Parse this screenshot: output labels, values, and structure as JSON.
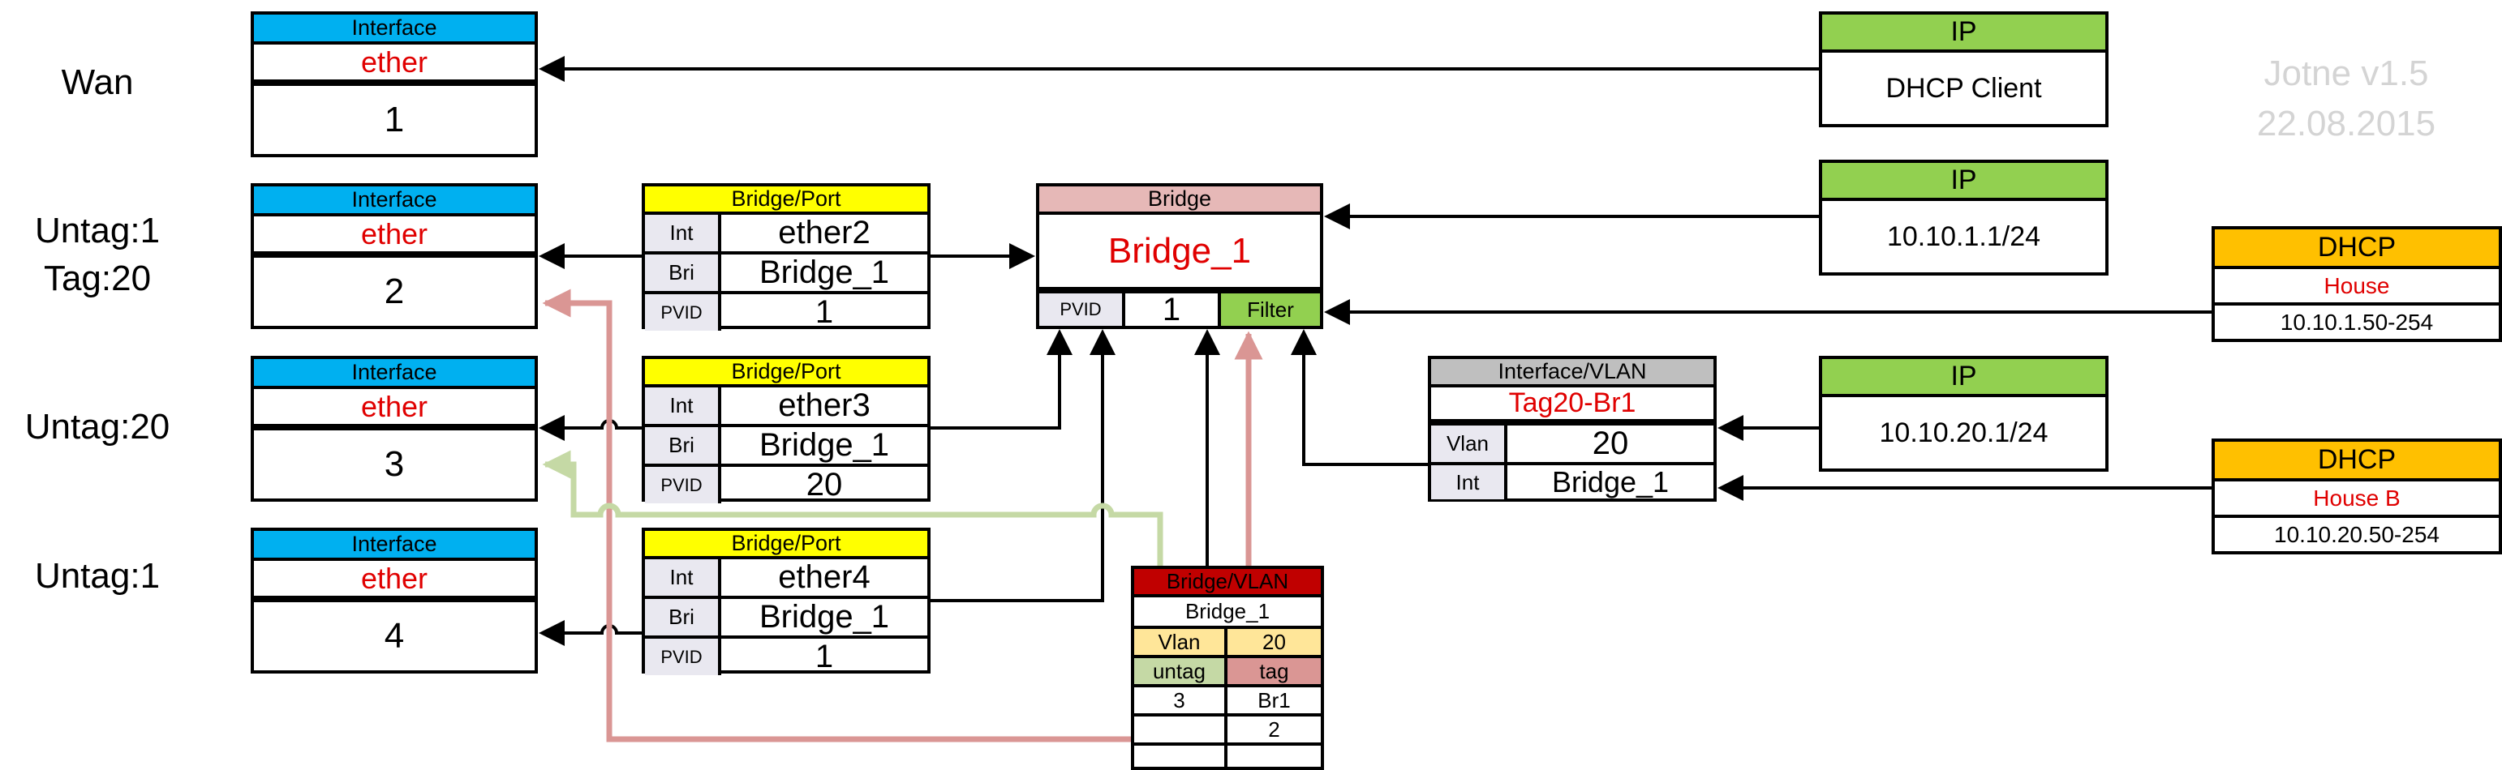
{
  "watermark": {
    "line1": "Jotne  v1.5",
    "line2": "22.08.2015"
  },
  "port_labels": [
    "Wan",
    "Untag:1",
    "Tag:20",
    "Untag:20",
    "Untag:1"
  ],
  "interfaces": [
    {
      "header": "Interface",
      "type": "ether",
      "number": "1"
    },
    {
      "header": "Interface",
      "type": "ether",
      "number": "2"
    },
    {
      "header": "Interface",
      "type": "ether",
      "number": "3"
    },
    {
      "header": "Interface",
      "type": "ether",
      "number": "4"
    }
  ],
  "bridge_ports": [
    {
      "header": "Bridge/Port",
      "int_label": "Int",
      "int_value": "ether2",
      "bri_label": "Bri",
      "bri_value": "Bridge_1",
      "pvid_label": "PVID",
      "pvid_value": "1"
    },
    {
      "header": "Bridge/Port",
      "int_label": "Int",
      "int_value": "ether3",
      "bri_label": "Bri",
      "bri_value": "Bridge_1",
      "pvid_label": "PVID",
      "pvid_value": "20"
    },
    {
      "header": "Bridge/Port",
      "int_label": "Int",
      "int_value": "ether4",
      "bri_label": "Bri",
      "bri_value": "Bridge_1",
      "pvid_label": "PVID",
      "pvid_value": "1"
    }
  ],
  "bridge": {
    "header": "Bridge",
    "name": "Bridge_1",
    "pvid_label": "PVID",
    "pvid_value": "1",
    "filter_label": "Filter"
  },
  "ip_boxes": [
    {
      "header": "IP",
      "value": "DHCP Client"
    },
    {
      "header": "IP",
      "value": "10.10.1.1/24"
    },
    {
      "header": "IP",
      "value": "10.10.20.1/24"
    }
  ],
  "dhcp_boxes": [
    {
      "header": "DHCP",
      "name": "House",
      "range": "10.10.1.50-254"
    },
    {
      "header": "DHCP",
      "name": "House B",
      "range": "10.10.20.50-254"
    }
  ],
  "interface_vlan": {
    "header": "Interface/VLAN",
    "name": "Tag20-Br1",
    "vlan_label": "Vlan",
    "vlan_value": "20",
    "int_label": "Int",
    "int_value": "Bridge_1"
  },
  "bridge_vlan": {
    "header": "Bridge/VLAN",
    "bridge": "Bridge_1",
    "vlan_label": "Vlan",
    "vlan_value": "20",
    "untag_label": "untag",
    "tag_label": "tag",
    "rows": [
      [
        "3",
        "Br1"
      ],
      [
        "",
        "2"
      ],
      [
        "",
        ""
      ]
    ]
  },
  "colors": {
    "interface_header": "#00b0f0",
    "bridge_port_header": "#ffff00",
    "bridge_header": "#e6b8b7",
    "filter": "#92d050",
    "ip_header": "#92d050",
    "dhcp_header": "#ffc000",
    "interface_vlan_header": "#bfbfbf",
    "bridge_vlan_header": "#c00000",
    "vlan_row": "#ffe699",
    "untag": "#c5d9a5",
    "tag": "#da9694",
    "label_cell": "#e9e8f0",
    "tagged_wire": "#da9694",
    "untagged_wire": "#c5d9a5",
    "accent_text": "#e00000"
  }
}
